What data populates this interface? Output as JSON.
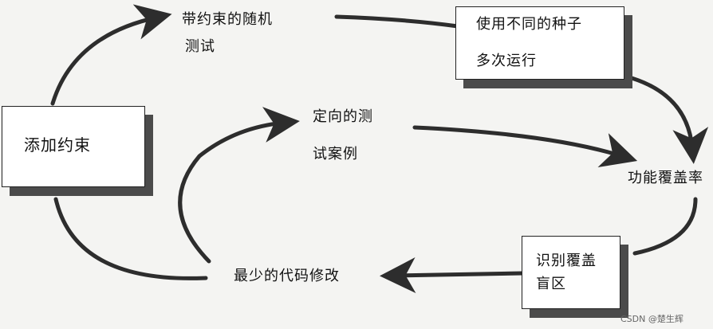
{
  "nodes": {
    "add_constraints": "添加约束",
    "random_test": [
      "带约束的随机",
      "测试"
    ],
    "seeds": [
      "使用不同的种子",
      "多次运行"
    ],
    "coverage": "功能覆盖率",
    "holes": [
      "识别覆盖",
      "盲区"
    ],
    "min_changes": "最少的代码修改",
    "directed": [
      "定向的测",
      "试案例"
    ]
  },
  "watermark": "CSDN @楚生辉",
  "colors": {
    "arrow": "#2d2d2d",
    "shadow": "#4b4b4b"
  }
}
